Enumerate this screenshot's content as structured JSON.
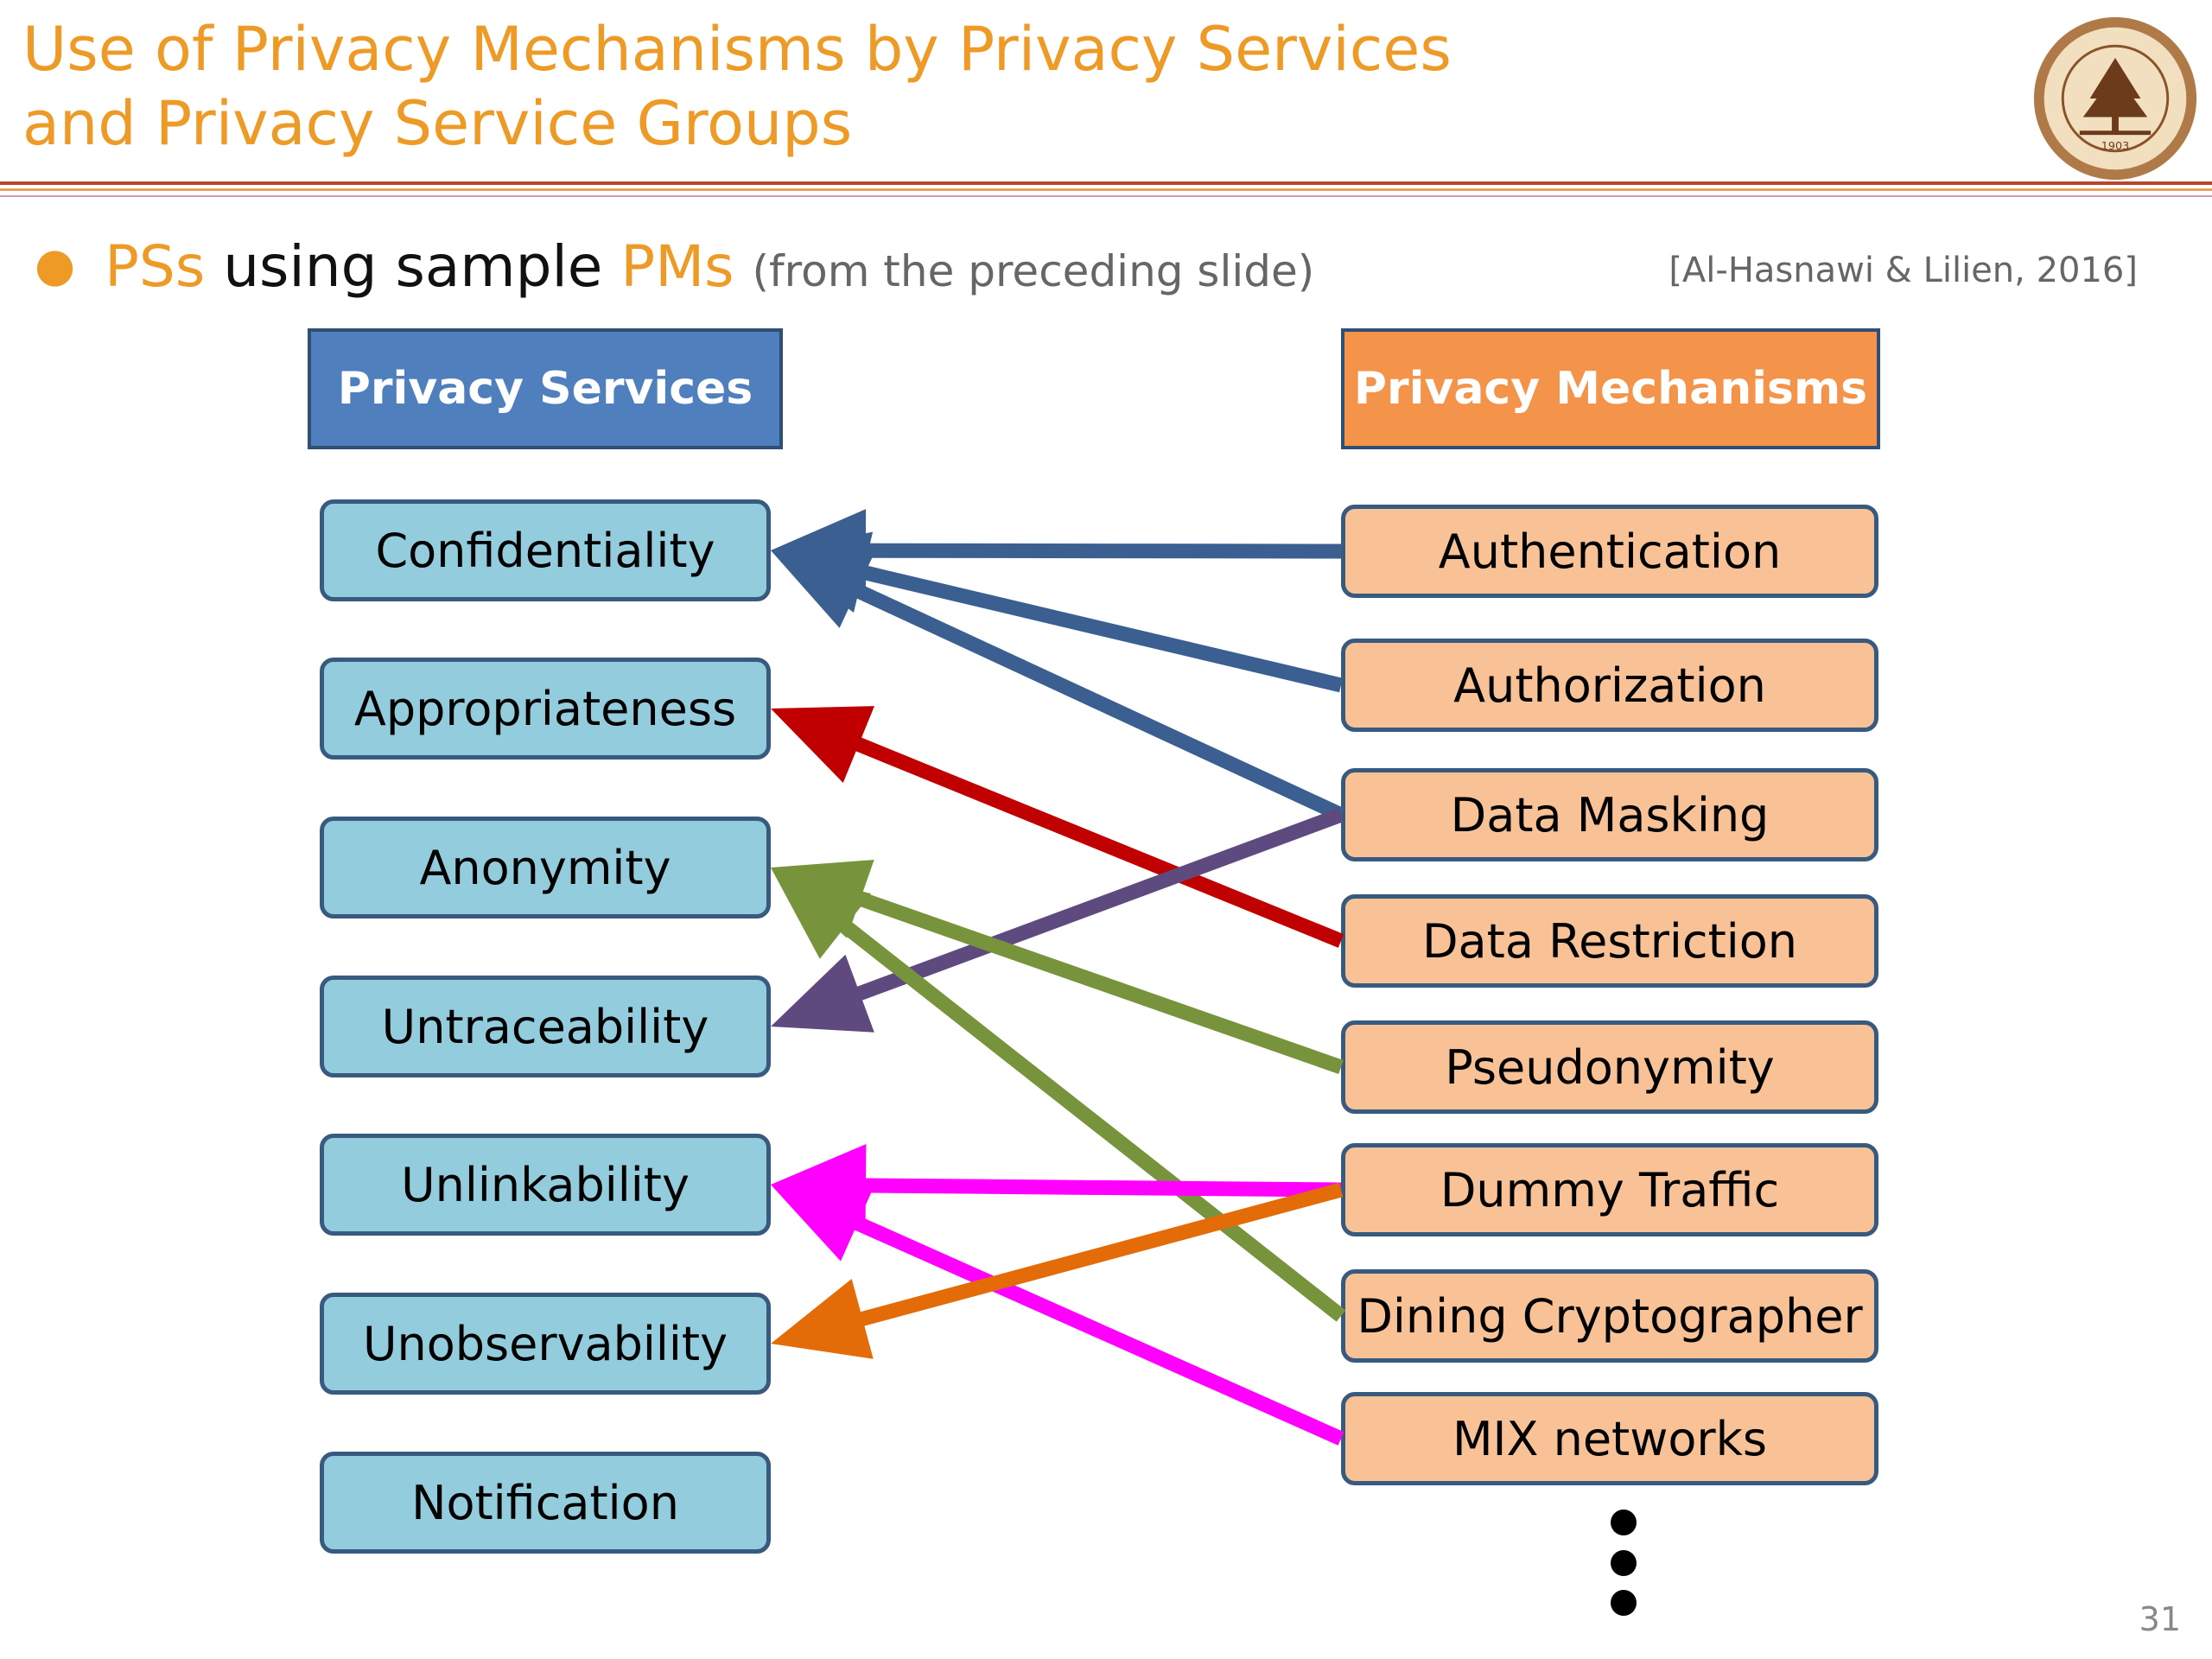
{
  "slide": {
    "title_line1": "Use of Privacy Mechanisms by Privacy Services",
    "title_line2": "and Privacy Service Groups",
    "bullet": {
      "pss": "PSs",
      "middle": " using sample ",
      "pms": "PMs",
      "note": "(from the preceding slide)"
    },
    "citation": "[Al-Hasnawi & Lilien, 2016]",
    "page_number": "31",
    "seal_text": "1903"
  },
  "diagram": {
    "services_header": "Privacy Services",
    "mechanisms_header": "Privacy Mechanisms",
    "services": [
      "Confidentiality",
      "Appropriateness",
      "Anonymity",
      "Untraceability",
      "Unlinkability",
      "Unobservability",
      "Notification"
    ],
    "mechanisms": [
      "Authentication",
      "Authorization",
      "Data Masking",
      "Data Restriction",
      "Pseudonymity",
      "Dummy Traffic",
      "Dining Cryptographer",
      "MIX networks"
    ],
    "links": [
      {
        "from": "Authentication",
        "to": "Confidentiality",
        "color": "#3a5f90"
      },
      {
        "from": "Authorization",
        "to": "Confidentiality",
        "color": "#3a5f90"
      },
      {
        "from": "Data Masking",
        "to": "Confidentiality",
        "color": "#3a5f90"
      },
      {
        "from": "Data Restriction",
        "to": "Appropriateness",
        "color": "#c00000"
      },
      {
        "from": "Data Masking",
        "to": "Untraceability",
        "color": "#5e4a7e"
      },
      {
        "from": "Pseudonymity",
        "to": "Anonymity",
        "color": "#77933c"
      },
      {
        "from": "Dining Cryptographer",
        "to": "Anonymity",
        "color": "#77933c"
      },
      {
        "from": "Dummy Traffic",
        "to": "Unlinkability",
        "color": "#ff00ff"
      },
      {
        "from": "MIX networks",
        "to": "Unlinkability",
        "color": "#ff00ff"
      },
      {
        "from": "Dummy Traffic",
        "to": "Unobservability",
        "color": "#e36c09"
      }
    ]
  }
}
